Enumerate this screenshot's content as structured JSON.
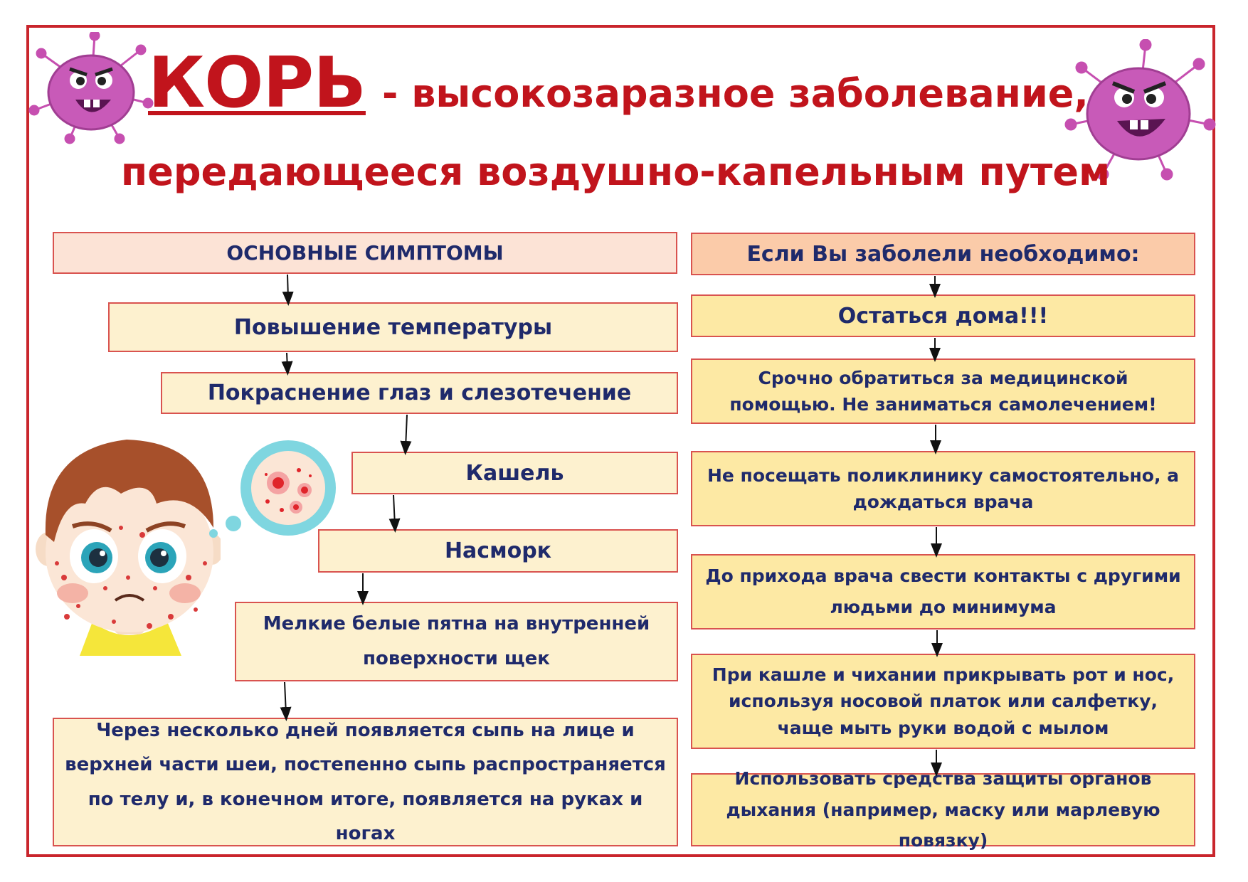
{
  "title": {
    "main": "КОРЬ",
    "rest": "- высокозаразное заболевание,",
    "line2": "передающееся воздушно-капельным путем"
  },
  "left_column": {
    "header": "ОСНОВНЫЕ СИМПТОМЫ",
    "items": [
      "Повышение температуры",
      "Покраснение глаз и слезотечение",
      "Кашель",
      "Насморк",
      "Мелкие белые пятна на внутренней поверхности щек",
      "Через несколько дней появляется сыпь на лице и верхней части шеи, постепенно сыпь распространяется по телу и, в конечном итоге, появляется на руках и ногах"
    ]
  },
  "right_column": {
    "header": "Если Вы заболели необходимо:",
    "items": [
      "Остаться дома!!!",
      "Срочно обратиться за медицинской помощью. Не заниматься самолечением!",
      "Не посещать поликлинику самостоятельно, а дождаться врача",
      "До прихода врача свести контакты с другими людьми до минимума",
      "При кашле и чихании прикрывать рот и нос, используя носовой платок или салфетку, чаще мыть руки водой с мылом",
      "Использовать средства защиты органов дыхания (например, маску или марлевую повязку)"
    ]
  },
  "illustrations": {
    "virus_left": "virus-icon",
    "virus_right": "virus-icon",
    "child": "sick-child-illustration",
    "magnifier": "rash-closeup-illustration"
  },
  "colors": {
    "accent": "#c1141c",
    "text": "#1f2a6b",
    "box_left": "#fdf1cf",
    "box_right": "#fde9a4",
    "border": "#d9534f"
  }
}
